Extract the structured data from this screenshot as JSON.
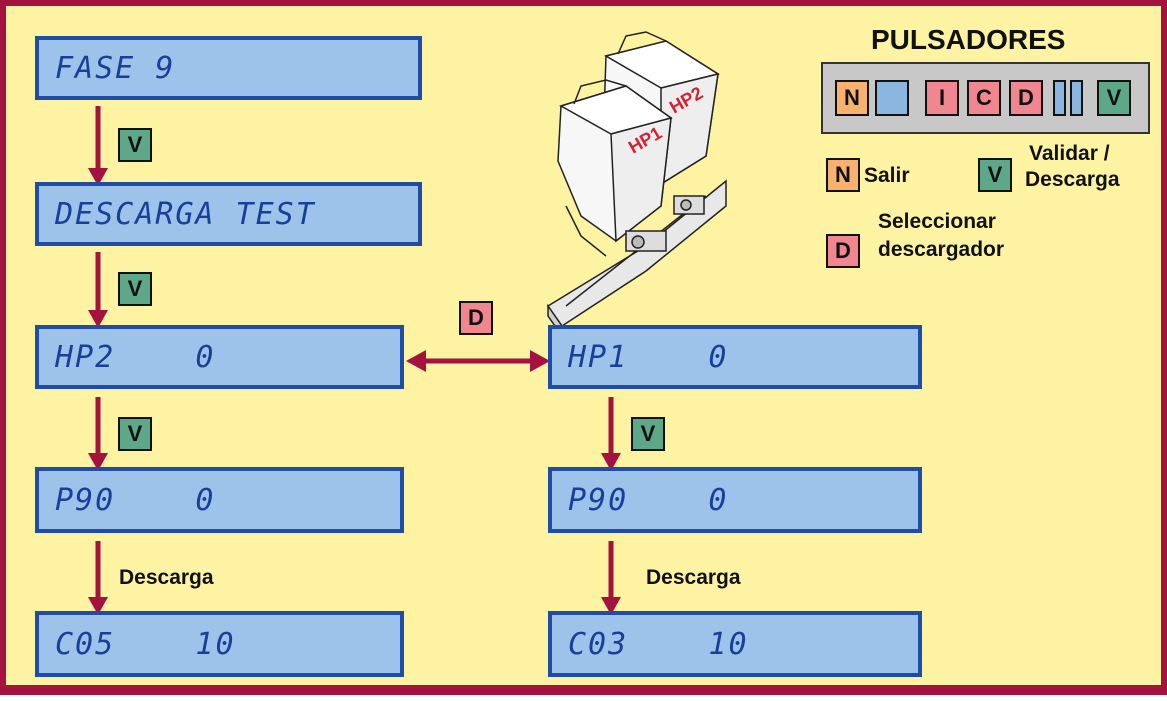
{
  "title": "PULSADORES",
  "lcd": {
    "fase": "FASE 9",
    "descarga_test": "DESCARGA TEST",
    "hp2": "HP2    0",
    "hp1": "HP1    0",
    "p90_left": "P90    0",
    "p90_right": "P90    0",
    "c05": "C05    10",
    "c03": "C03    10"
  },
  "keys": {
    "v": "V",
    "d": "D",
    "n": "N",
    "i": "I",
    "c": "C"
  },
  "flow_labels": {
    "descarga_left": "Descarga",
    "descarga_right": "Descarga"
  },
  "legend": {
    "salir": "Salir",
    "validar_line1": "Validar /",
    "validar_line2": "Descarga",
    "seleccionar_line1": "Seleccionar",
    "seleccionar_line2": "descargador"
  },
  "hopper_labels": {
    "hp1": "HP1",
    "hp2": "HP2"
  },
  "colors": {
    "background": "#fdf3a3",
    "border": "#a4123f",
    "lcd_fill": "#9ec3ea",
    "lcd_border": "#1f4ca6",
    "key_v": "#5ea88a",
    "key_d": "#f0868f",
    "key_n": "#f9b16e",
    "arrow": "#a4123f"
  }
}
